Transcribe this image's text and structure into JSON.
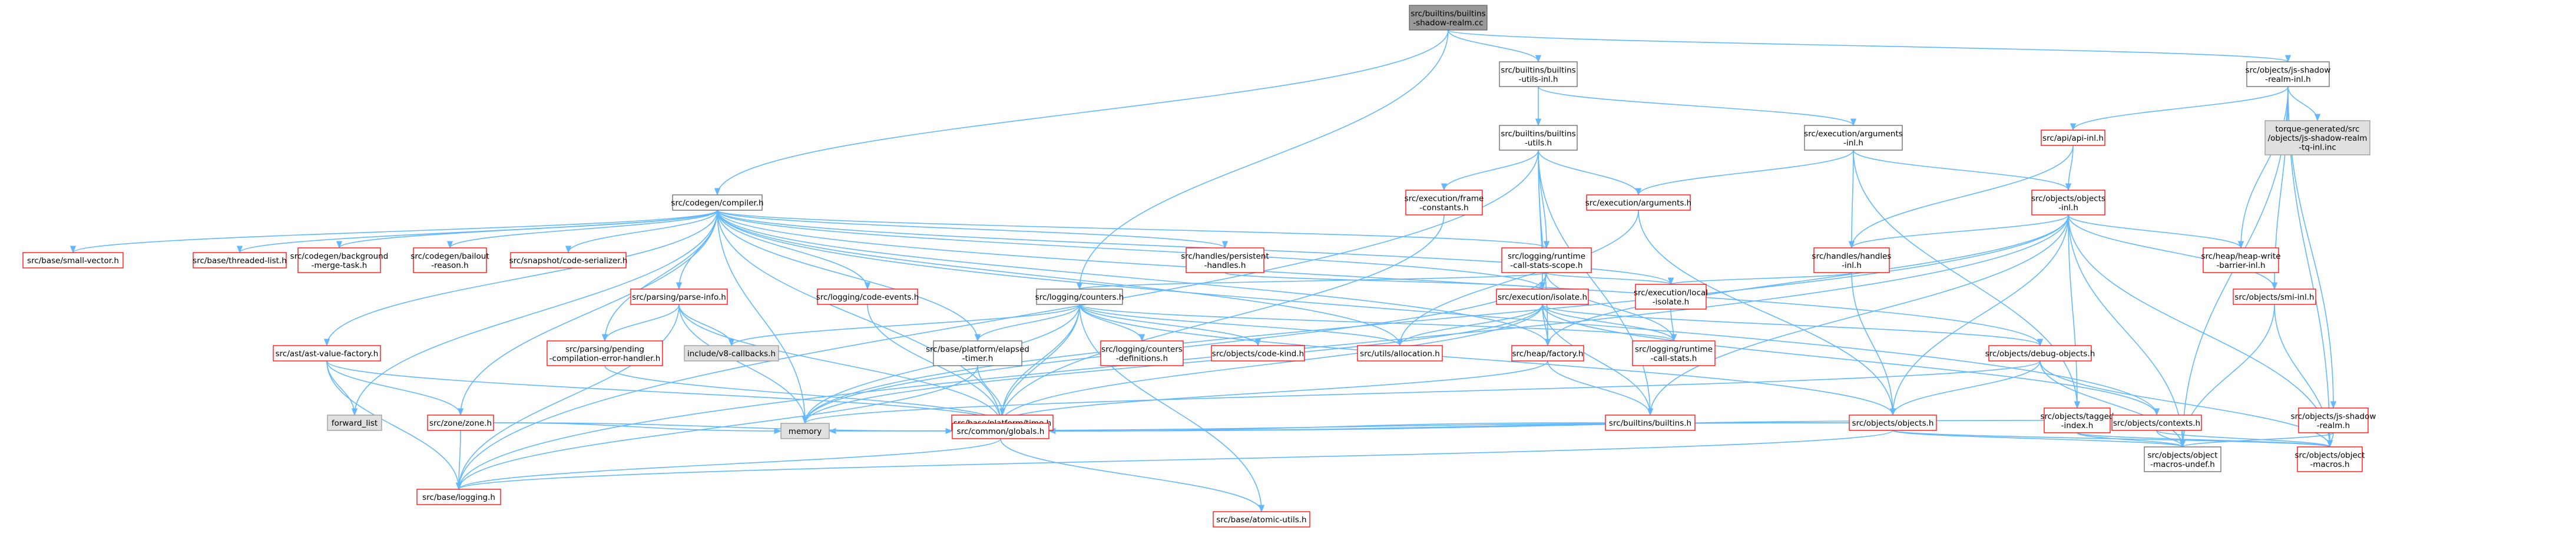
{
  "graph": {
    "root": "root",
    "colors": {
      "edge": "#63b8ff",
      "root_fill": "#999999",
      "root_border": "#666666",
      "normal_fill": "#ffffff",
      "normal_border": "#666666",
      "red_border": "#ff0000",
      "system_fill": "#e0e0e0",
      "system_border": "#999999"
    },
    "nodes": [
      {
        "id": "root",
        "lines": [
          "src/builtins/builtins",
          "-shadow-realm.cc"
        ],
        "kind": "root"
      },
      {
        "id": "bui_inl",
        "lines": [
          "src/builtins/builtins",
          "-utils-inl.h"
        ],
        "kind": "normal"
      },
      {
        "id": "jsshadow_inl",
        "lines": [
          "src/objects/js-shadow",
          "-realm-inl.h"
        ],
        "kind": "normal"
      },
      {
        "id": "bu",
        "lines": [
          "src/builtins/builtins",
          "-utils.h"
        ],
        "kind": "normal"
      },
      {
        "id": "exec_args_inl",
        "lines": [
          "src/execution/arguments",
          "-inl.h"
        ],
        "kind": "normal"
      },
      {
        "id": "api_inl",
        "lines": [
          "src/api/api-inl.h"
        ],
        "kind": "red"
      },
      {
        "id": "torque",
        "lines": [
          "torque-generated/src",
          "/objects/js-shadow-realm",
          "-tq-inl.inc"
        ],
        "kind": "system"
      },
      {
        "id": "compiler",
        "lines": [
          "src/codegen/compiler.h"
        ],
        "kind": "normal"
      },
      {
        "id": "frame_const",
        "lines": [
          "src/execution/frame",
          "-constants.h"
        ],
        "kind": "red"
      },
      {
        "id": "exec_args",
        "lines": [
          "src/execution/arguments.h"
        ],
        "kind": "red"
      },
      {
        "id": "obj_inl",
        "lines": [
          "src/objects/objects",
          "-inl.h"
        ],
        "kind": "red"
      },
      {
        "id": "small_vec",
        "lines": [
          "src/base/small-vector.h"
        ],
        "kind": "red"
      },
      {
        "id": "thread_list",
        "lines": [
          "src/base/threaded-list.h"
        ],
        "kind": "red"
      },
      {
        "id": "bg_merge",
        "lines": [
          "src/codegen/background",
          "-merge-task.h"
        ],
        "kind": "red"
      },
      {
        "id": "bailout",
        "lines": [
          "src/codegen/bailout",
          "-reason.h"
        ],
        "kind": "red"
      },
      {
        "id": "snap_ser",
        "lines": [
          "src/snapshot/code-serializer.h"
        ],
        "kind": "red"
      },
      {
        "id": "persist",
        "lines": [
          "src/handles/persistent",
          "-handles.h"
        ],
        "kind": "red"
      },
      {
        "id": "rcs_scope",
        "lines": [
          "src/logging/runtime",
          "-call-stats-scope.h"
        ],
        "kind": "red"
      },
      {
        "id": "handles_inl",
        "lines": [
          "src/handles/handles",
          "-inl.h"
        ],
        "kind": "red"
      },
      {
        "id": "heap_wb",
        "lines": [
          "src/heap/heap-write",
          "-barrier-inl.h"
        ],
        "kind": "red"
      },
      {
        "id": "parse_info",
        "lines": [
          "src/parsing/parse-info.h"
        ],
        "kind": "red"
      },
      {
        "id": "code_events",
        "lines": [
          "src/logging/code-events.h"
        ],
        "kind": "red"
      },
      {
        "id": "counters",
        "lines": [
          "src/logging/counters.h"
        ],
        "kind": "normal"
      },
      {
        "id": "isolate",
        "lines": [
          "src/execution/isolate.h"
        ],
        "kind": "red"
      },
      {
        "id": "local_iso",
        "lines": [
          "src/execution/local",
          "-isolate.h"
        ],
        "kind": "red"
      },
      {
        "id": "smi_inl",
        "lines": [
          "src/objects/smi-inl.h"
        ],
        "kind": "red"
      },
      {
        "id": "ast_factory",
        "lines": [
          "src/ast/ast-value-factory.h"
        ],
        "kind": "red"
      },
      {
        "id": "v8cb",
        "lines": [
          "include/v8-callbacks.h"
        ],
        "kind": "system"
      },
      {
        "id": "pending_err",
        "lines": [
          "src/parsing/pending",
          "-compilation-error-handler.h"
        ],
        "kind": "red"
      },
      {
        "id": "elapsed",
        "lines": [
          "src/base/platform/elapsed",
          "-timer.h"
        ],
        "kind": "normal"
      },
      {
        "id": "ctr_defs",
        "lines": [
          "src/logging/counters",
          "-definitions.h"
        ],
        "kind": "red"
      },
      {
        "id": "code_kind",
        "lines": [
          "src/objects/code-kind.h"
        ],
        "kind": "red"
      },
      {
        "id": "allocation",
        "lines": [
          "src/utils/allocation.h"
        ],
        "kind": "red"
      },
      {
        "id": "heap_factory",
        "lines": [
          "src/heap/factory.h"
        ],
        "kind": "red"
      },
      {
        "id": "rcs",
        "lines": [
          "src/logging/runtime",
          "-call-stats.h"
        ],
        "kind": "red"
      },
      {
        "id": "debug_obj",
        "lines": [
          "src/objects/debug-objects.h"
        ],
        "kind": "red"
      },
      {
        "id": "tagged_idx",
        "lines": [
          "src/objects/tagged",
          "-index.h"
        ],
        "kind": "red"
      },
      {
        "id": "jsshadow",
        "lines": [
          "src/objects/js-shadow",
          "-realm.h"
        ],
        "kind": "red"
      },
      {
        "id": "fwd_list",
        "lines": [
          "forward_list"
        ],
        "kind": "system"
      },
      {
        "id": "zone",
        "lines": [
          "src/zone/zone.h"
        ],
        "kind": "red"
      },
      {
        "id": "plat_time",
        "lines": [
          "src/base/platform/time.h"
        ],
        "kind": "red"
      },
      {
        "id": "builtins",
        "lines": [
          "src/builtins/builtins.h"
        ],
        "kind": "red"
      },
      {
        "id": "objects",
        "lines": [
          "src/objects/objects.h"
        ],
        "kind": "red"
      },
      {
        "id": "contexts",
        "lines": [
          "src/objects/contexts.h"
        ],
        "kind": "red"
      },
      {
        "id": "memory",
        "lines": [
          "memory"
        ],
        "kind": "system"
      },
      {
        "id": "globals",
        "lines": [
          "src/common/globals.h"
        ],
        "kind": "red"
      },
      {
        "id": "om_undef",
        "lines": [
          "src/objects/object",
          "-macros-undef.h"
        ],
        "kind": "normal"
      },
      {
        "id": "om",
        "lines": [
          "src/objects/object",
          "-macros.h"
        ],
        "kind": "red"
      },
      {
        "id": "logging",
        "lines": [
          "src/base/logging.h"
        ],
        "kind": "red"
      },
      {
        "id": "atomic",
        "lines": [
          "src/base/atomic-utils.h"
        ],
        "kind": "red"
      }
    ],
    "edges": [
      [
        "root",
        "bui_inl"
      ],
      [
        "root",
        "jsshadow_inl"
      ],
      [
        "root",
        "compiler"
      ],
      [
        "root",
        "counters"
      ],
      [
        "bui_inl",
        "bu"
      ],
      [
        "bui_inl",
        "exec_args_inl"
      ],
      [
        "jsshadow_inl",
        "api_inl"
      ],
      [
        "jsshadow_inl",
        "torque"
      ],
      [
        "jsshadow_inl",
        "heap_wb"
      ],
      [
        "jsshadow_inl",
        "smi_inl"
      ],
      [
        "jsshadow_inl",
        "jsshadow"
      ],
      [
        "jsshadow_inl",
        "om_undef"
      ],
      [
        "jsshadow_inl",
        "om"
      ],
      [
        "bu",
        "frame_const"
      ],
      [
        "bu",
        "exec_args"
      ],
      [
        "bu",
        "rcs_scope"
      ],
      [
        "bu",
        "isolate"
      ],
      [
        "bu",
        "heap_factory"
      ],
      [
        "bu",
        "builtins"
      ],
      [
        "bu",
        "logging"
      ],
      [
        "exec_args_inl",
        "exec_args"
      ],
      [
        "exec_args_inl",
        "handles_inl"
      ],
      [
        "exec_args_inl",
        "obj_inl"
      ],
      [
        "exec_args_inl",
        "tagged_idx"
      ],
      [
        "api_inl",
        "handles_inl"
      ],
      [
        "api_inl",
        "obj_inl"
      ],
      [
        "compiler",
        "small_vec"
      ],
      [
        "compiler",
        "thread_list"
      ],
      [
        "compiler",
        "bg_merge"
      ],
      [
        "compiler",
        "bailout"
      ],
      [
        "compiler",
        "snap_ser"
      ],
      [
        "compiler",
        "persist"
      ],
      [
        "compiler",
        "rcs_scope"
      ],
      [
        "compiler",
        "parse_info"
      ],
      [
        "compiler",
        "code_events"
      ],
      [
        "compiler",
        "isolate"
      ],
      [
        "compiler",
        "local_iso"
      ],
      [
        "compiler",
        "ast_factory"
      ],
      [
        "compiler",
        "pending_err"
      ],
      [
        "compiler",
        "elapsed"
      ],
      [
        "compiler",
        "allocation"
      ],
      [
        "compiler",
        "debug_obj"
      ],
      [
        "compiler",
        "fwd_list"
      ],
      [
        "compiler",
        "zone"
      ],
      [
        "compiler",
        "globals"
      ],
      [
        "compiler",
        "contexts"
      ],
      [
        "compiler",
        "memory"
      ],
      [
        "compiler",
        "heap_factory"
      ],
      [
        "frame_const",
        "globals"
      ],
      [
        "exec_args",
        "allocation"
      ],
      [
        "exec_args",
        "objects"
      ],
      [
        "obj_inl",
        "handles_inl"
      ],
      [
        "obj_inl",
        "heap_wb"
      ],
      [
        "obj_inl",
        "smi_inl"
      ],
      [
        "obj_inl",
        "tagged_idx"
      ],
      [
        "obj_inl",
        "heap_factory"
      ],
      [
        "obj_inl",
        "builtins"
      ],
      [
        "obj_inl",
        "objects"
      ],
      [
        "obj_inl",
        "om_undef"
      ],
      [
        "obj_inl",
        "om"
      ],
      [
        "obj_inl",
        "memory"
      ],
      [
        "obj_inl",
        "logging"
      ],
      [
        "persist",
        "isolate"
      ],
      [
        "rcs_scope",
        "counters"
      ],
      [
        "rcs_scope",
        "local_iso"
      ],
      [
        "rcs_scope",
        "isolate"
      ],
      [
        "rcs_scope",
        "memory"
      ],
      [
        "rcs_scope",
        "rcs"
      ],
      [
        "handles_inl",
        "local_iso"
      ],
      [
        "handles_inl",
        "objects"
      ],
      [
        "parse_info",
        "pending_err"
      ],
      [
        "parse_info",
        "v8cb"
      ],
      [
        "parse_info",
        "globals"
      ],
      [
        "parse_info",
        "logging"
      ],
      [
        "parse_info",
        "memory"
      ],
      [
        "code_events",
        "globals"
      ],
      [
        "counters",
        "v8cb"
      ],
      [
        "counters",
        "elapsed"
      ],
      [
        "counters",
        "ctr_defs"
      ],
      [
        "counters",
        "code_kind"
      ],
      [
        "counters",
        "allocation"
      ],
      [
        "counters",
        "plat_time"
      ],
      [
        "counters",
        "globals"
      ],
      [
        "counters",
        "objects"
      ],
      [
        "counters",
        "atomic"
      ],
      [
        "counters",
        "memory"
      ],
      [
        "counters",
        "rcs"
      ],
      [
        "isolate",
        "allocation"
      ],
      [
        "isolate",
        "heap_factory"
      ],
      [
        "isolate",
        "builtins"
      ],
      [
        "isolate",
        "contexts"
      ],
      [
        "isolate",
        "debug_obj"
      ],
      [
        "isolate",
        "globals"
      ],
      [
        "isolate",
        "rcs"
      ],
      [
        "isolate",
        "memory"
      ],
      [
        "local_iso",
        "rcs"
      ],
      [
        "smi_inl",
        "om_undef"
      ],
      [
        "smi_inl",
        "om"
      ],
      [
        "ast_factory",
        "fwd_list"
      ],
      [
        "ast_factory",
        "zone"
      ],
      [
        "ast_factory",
        "globals"
      ],
      [
        "ast_factory",
        "logging"
      ],
      [
        "pending_err",
        "globals"
      ],
      [
        "elapsed",
        "plat_time"
      ],
      [
        "elapsed",
        "logging"
      ],
      [
        "heap_factory",
        "builtins"
      ],
      [
        "heap_factory",
        "globals"
      ],
      [
        "debug_obj",
        "objects"
      ],
      [
        "debug_obj",
        "om_undef"
      ],
      [
        "debug_obj",
        "om"
      ],
      [
        "debug_obj",
        "memory"
      ],
      [
        "tagged_idx",
        "om_undef"
      ],
      [
        "tagged_idx",
        "om"
      ],
      [
        "tagged_idx",
        "globals"
      ],
      [
        "jsshadow",
        "om_undef"
      ],
      [
        "jsshadow",
        "om"
      ],
      [
        "zone",
        "memory"
      ],
      [
        "zone",
        "globals"
      ],
      [
        "zone",
        "logging"
      ],
      [
        "builtins",
        "globals"
      ],
      [
        "objects",
        "om_undef"
      ],
      [
        "objects",
        "om"
      ],
      [
        "objects",
        "globals"
      ],
      [
        "objects",
        "memory"
      ],
      [
        "objects",
        "logging"
      ],
      [
        "contexts",
        "om_undef"
      ],
      [
        "contexts",
        "om"
      ],
      [
        "globals",
        "logging"
      ],
      [
        "globals",
        "atomic"
      ]
    ]
  }
}
